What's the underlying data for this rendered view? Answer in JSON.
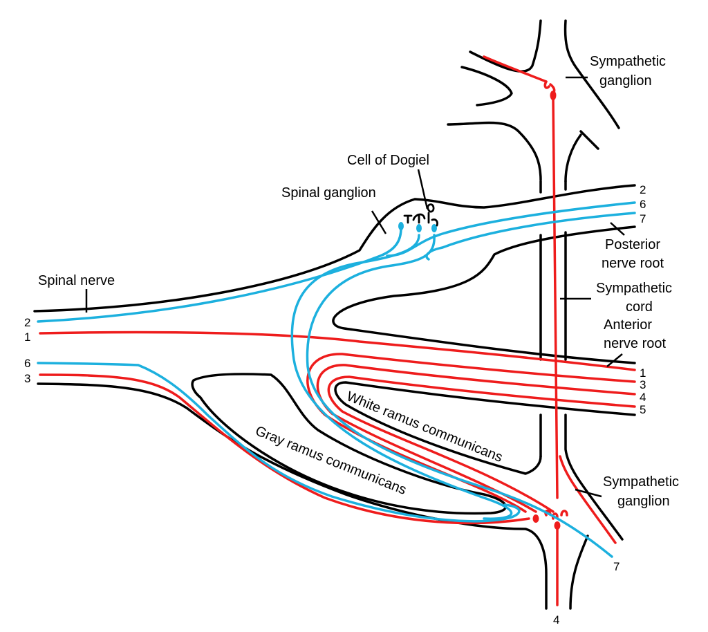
{
  "colors": {
    "red": "#ee1c1c",
    "blue": "#1cb0de",
    "outline": "#000000"
  },
  "labels": {
    "sympathetic_ganglion_top": [
      "Sympathetic",
      "ganglion"
    ],
    "cell_of_dogiel": "Cell of Dogiel",
    "spinal_ganglion": "Spinal ganglion",
    "posterior_nerve_root": [
      "Posterior",
      "nerve root"
    ],
    "spinal_nerve": "Spinal nerve",
    "sympathetic_cord": [
      "Sympathetic",
      "cord"
    ],
    "anterior_nerve_root": [
      "Anterior",
      "nerve root"
    ],
    "white_ramus": "White ramus communicans",
    "gray_ramus": "Gray ramus communicans",
    "sympathetic_ganglion_bottom": [
      "Sympathetic",
      "ganglion"
    ]
  },
  "fiber_numbers": {
    "posterior": [
      "2",
      "6",
      "7"
    ],
    "left": [
      "2",
      "1",
      "6",
      "3"
    ],
    "anterior": [
      "1",
      "3",
      "4",
      "5"
    ],
    "bottom_right": "7",
    "bottom": "4"
  }
}
